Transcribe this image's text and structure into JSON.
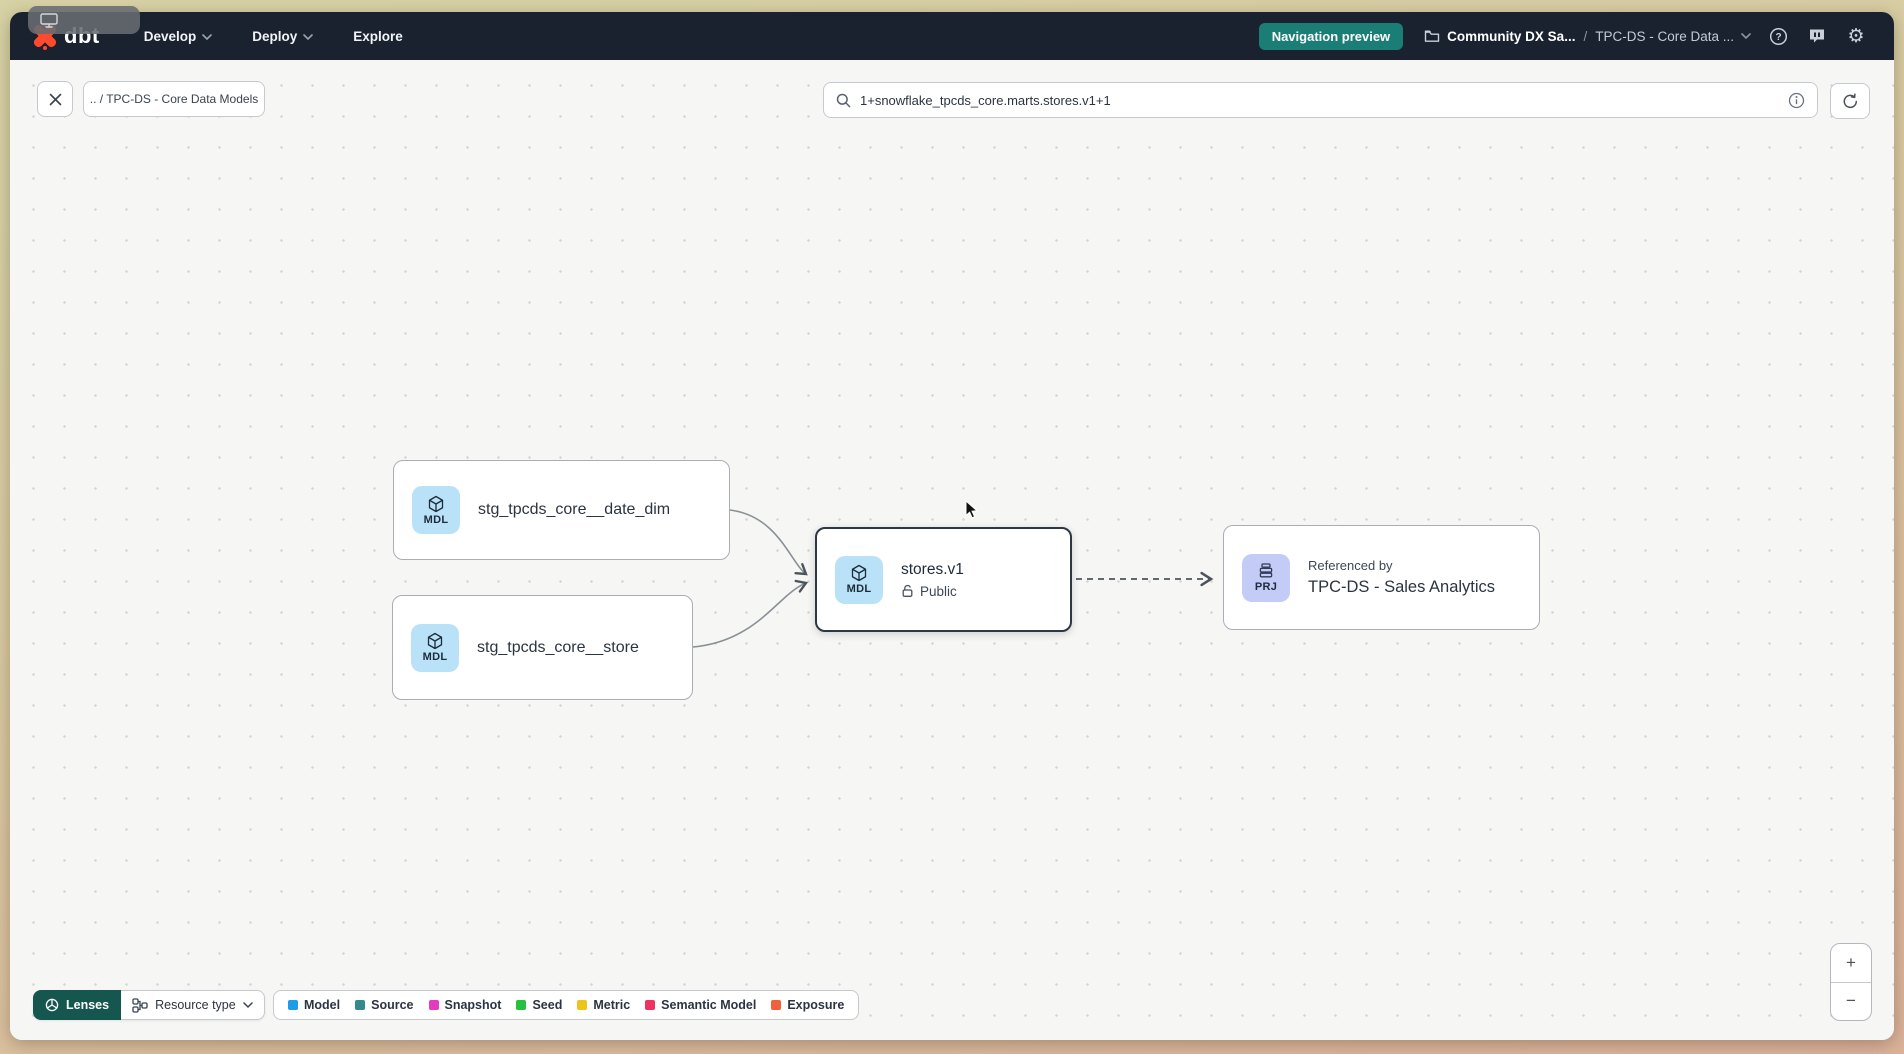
{
  "navbar": {
    "logo_text": "dbt",
    "menus": [
      {
        "label": "Develop"
      },
      {
        "label": "Deploy"
      },
      {
        "label": "Explore"
      }
    ],
    "preview_badge": "Navigation preview",
    "account": "Community DX Sa...",
    "separator": "/",
    "project": "TPC-DS - Core Data ..."
  },
  "toolbar": {
    "breadcrumb": ".. / TPC-DS - Core Data Models",
    "search_value": "1+snowflake_tpcds_core.marts.stores.v1+1"
  },
  "graph": {
    "nodes": [
      {
        "badge": "MDL",
        "label": "stg_tpcds_core__date_dim"
      },
      {
        "badge": "MDL",
        "label": "stg_tpcds_core__store"
      },
      {
        "badge": "MDL",
        "label": "stores.v1",
        "sublabel": "Public"
      },
      {
        "badge": "PRJ",
        "label": "TPC-DS - Sales Analytics",
        "sublabel": "Referenced by"
      }
    ]
  },
  "footer": {
    "lenses_label": "Lenses",
    "resource_type_label": "Resource type",
    "legend": [
      {
        "label": "Model",
        "color": "#1e9ce6"
      },
      {
        "label": "Source",
        "color": "#35898b"
      },
      {
        "label": "Snapshot",
        "color": "#e23cc0"
      },
      {
        "label": "Seed",
        "color": "#23c13d"
      },
      {
        "label": "Metric",
        "color": "#edc418"
      },
      {
        "label": "Semantic Model",
        "color": "#ee3360"
      },
      {
        "label": "Exposure",
        "color": "#f0603d"
      }
    ]
  },
  "zoom_controls": {
    "zoom_in": "+",
    "zoom_out": "−"
  }
}
